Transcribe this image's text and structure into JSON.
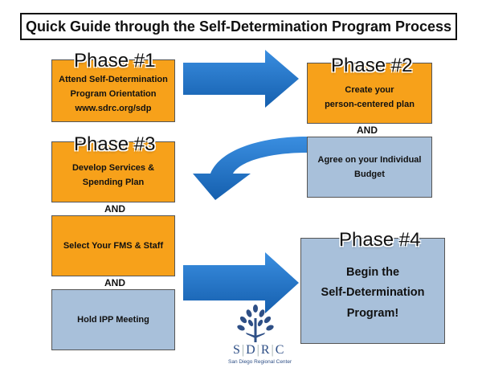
{
  "title": "Quick Guide through the Self-Determination Program Process",
  "phase1": {
    "heading": "Phase #1",
    "lines": [
      "Attend Self-Determination",
      "Program Orientation",
      "www.sdrc.org/sdp"
    ]
  },
  "phase2": {
    "heading": "Phase #2",
    "lines": [
      "Create your",
      "person-centered plan"
    ],
    "and": "AND",
    "budget_lines": [
      "Agree on your Individual",
      "Budget"
    ]
  },
  "phase3": {
    "heading": "Phase #3",
    "lines": [
      "Develop Services &",
      "Spending Plan"
    ],
    "and1": "AND",
    "fms": "Select Your FMS & Staff",
    "and2": "AND",
    "ipp": "Hold IPP Meeting"
  },
  "phase4": {
    "heading": "Phase #4",
    "lines": [
      "Begin the",
      "Self-Determination",
      "Program!"
    ]
  },
  "logo": {
    "letters": [
      "S",
      "D",
      "R",
      "C"
    ],
    "caption": "San Diego Regional Center"
  },
  "colors": {
    "orange": "#f7a11a",
    "blue_box": "#a8c0da",
    "arrow": "#1d6fc2"
  }
}
